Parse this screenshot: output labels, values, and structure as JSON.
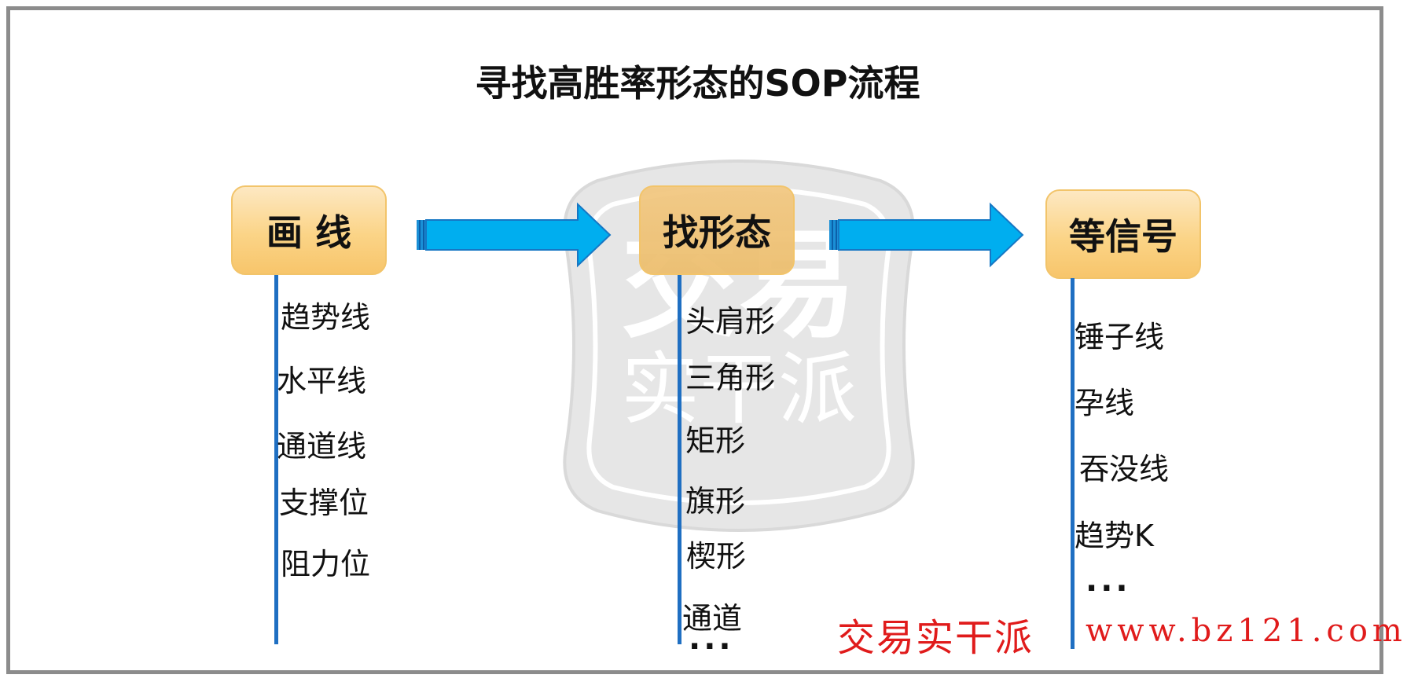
{
  "title": "寻找高胜率形态的SOP流程",
  "steps": [
    {
      "label": "画 线",
      "items": [
        "趋势线",
        "水平线",
        "通道线",
        "支撑位",
        "阻力位"
      ]
    },
    {
      "label": "找形态",
      "items": [
        "头肩形",
        "三角形",
        "矩形",
        "旗形",
        "楔形",
        "通道"
      ],
      "ellipsis": "···"
    },
    {
      "label": "等信号",
      "items": [
        "锤子线",
        "孕线",
        "吞没线",
        "趋势K"
      ],
      "ellipsis": "···"
    }
  ],
  "watermark": {
    "line1": "交易",
    "line2": "实干派"
  },
  "brand": {
    "name": "交易实干派",
    "url": "www.bz121.com"
  },
  "colors": {
    "arrow": "#00aeef",
    "box_fill": "#fbd487",
    "vertical_line": "#1f6fc2",
    "brand_text": "#e01b1b"
  }
}
